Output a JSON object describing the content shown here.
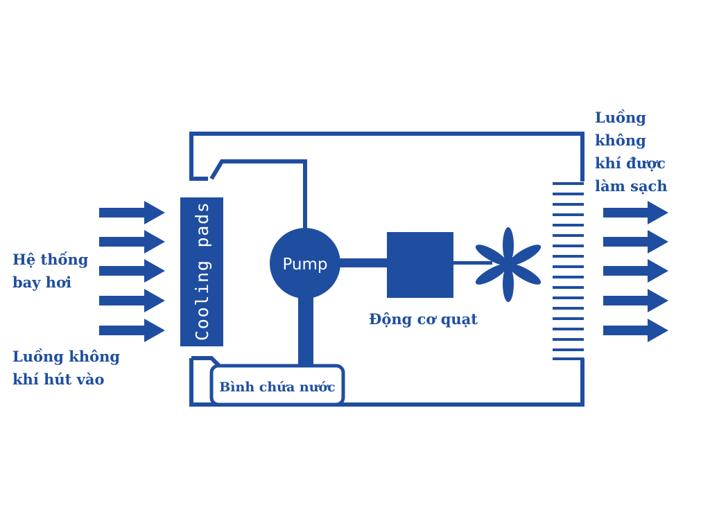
{
  "colors": {
    "primary": "#1f4ea0",
    "background": "#ffffff"
  },
  "labels": {
    "intake_system": [
      "Hệ thống",
      "bay hơi"
    ],
    "intake_air": [
      "Luồng không",
      "khí hút vào"
    ],
    "clean_air": [
      "Luồng",
      "không",
      "khí được",
      "làm sạch"
    ],
    "fan_motor": "Động cơ quạt",
    "water_tank": "Bình chứa nước",
    "pump": "Pump",
    "cooling_pads": "Cooling pads"
  },
  "icons": {
    "fan": "fan-blades-icon",
    "arrow": "right-arrow-icon"
  }
}
